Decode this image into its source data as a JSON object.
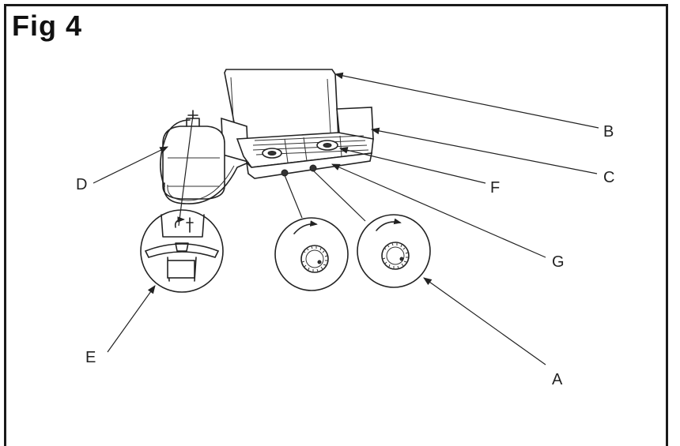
{
  "figure": {
    "title": "Fig 4"
  },
  "labels": {
    "A": "A",
    "B": "B",
    "C": "C",
    "D": "D",
    "E": "E",
    "F": "F",
    "G": "G"
  },
  "colors": {
    "ink": "#222222",
    "frame": "#1a1a1a",
    "background": "#ffffff"
  },
  "icons": [
    "gas-cylinder-icon",
    "camping-stove-icon",
    "control-knob-icon",
    "valve-detail-icon"
  ]
}
